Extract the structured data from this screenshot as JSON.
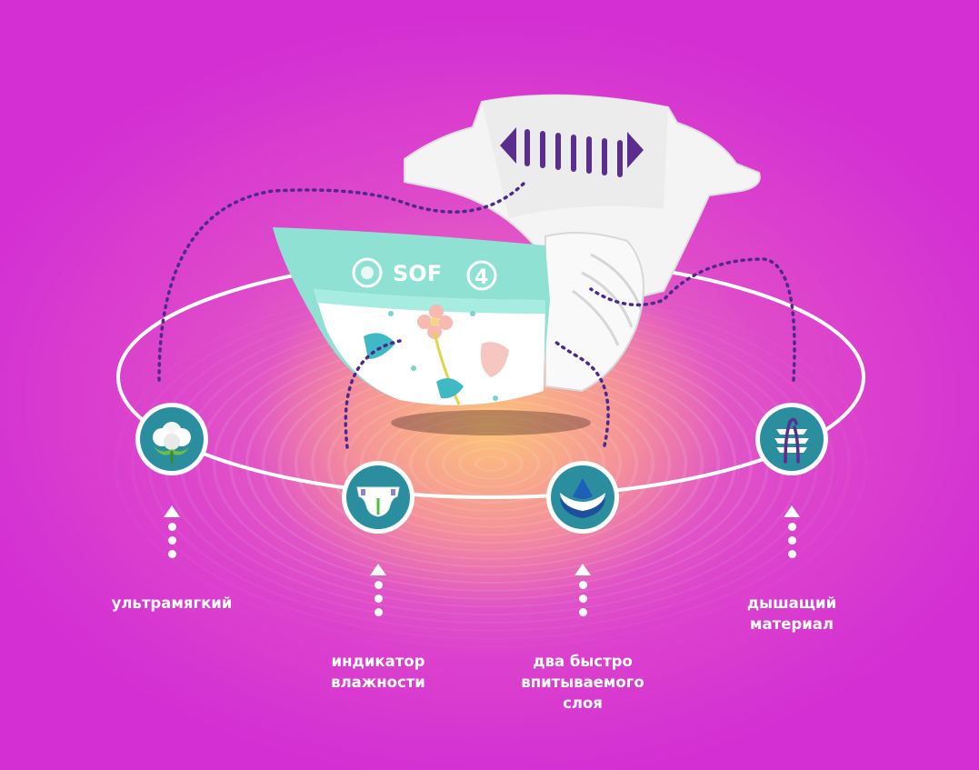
{
  "product": {
    "brand_mark": "SOF",
    "size_number": "4"
  },
  "features": [
    {
      "id": "ultrasoft",
      "icon": "cotton-icon",
      "label": [
        "ультрамягкий"
      ]
    },
    {
      "id": "wetness-indicator",
      "icon": "diaper-indicator-icon",
      "label": [
        "индикатор",
        "влажности"
      ]
    },
    {
      "id": "absorbent-layers",
      "icon": "absorbent-layers-icon",
      "label": [
        "два быстро",
        "впитываемого",
        "слоя"
      ]
    },
    {
      "id": "breathable",
      "icon": "breathable-material-icon",
      "label": [
        "дышащий",
        "материал"
      ]
    }
  ],
  "colors": {
    "background": "#d42fd3",
    "glow_center": "#fcc478",
    "icon_circle": "#2a8e9e",
    "dotted_line": "#4b2a8c",
    "ring": "#ffffff"
  }
}
